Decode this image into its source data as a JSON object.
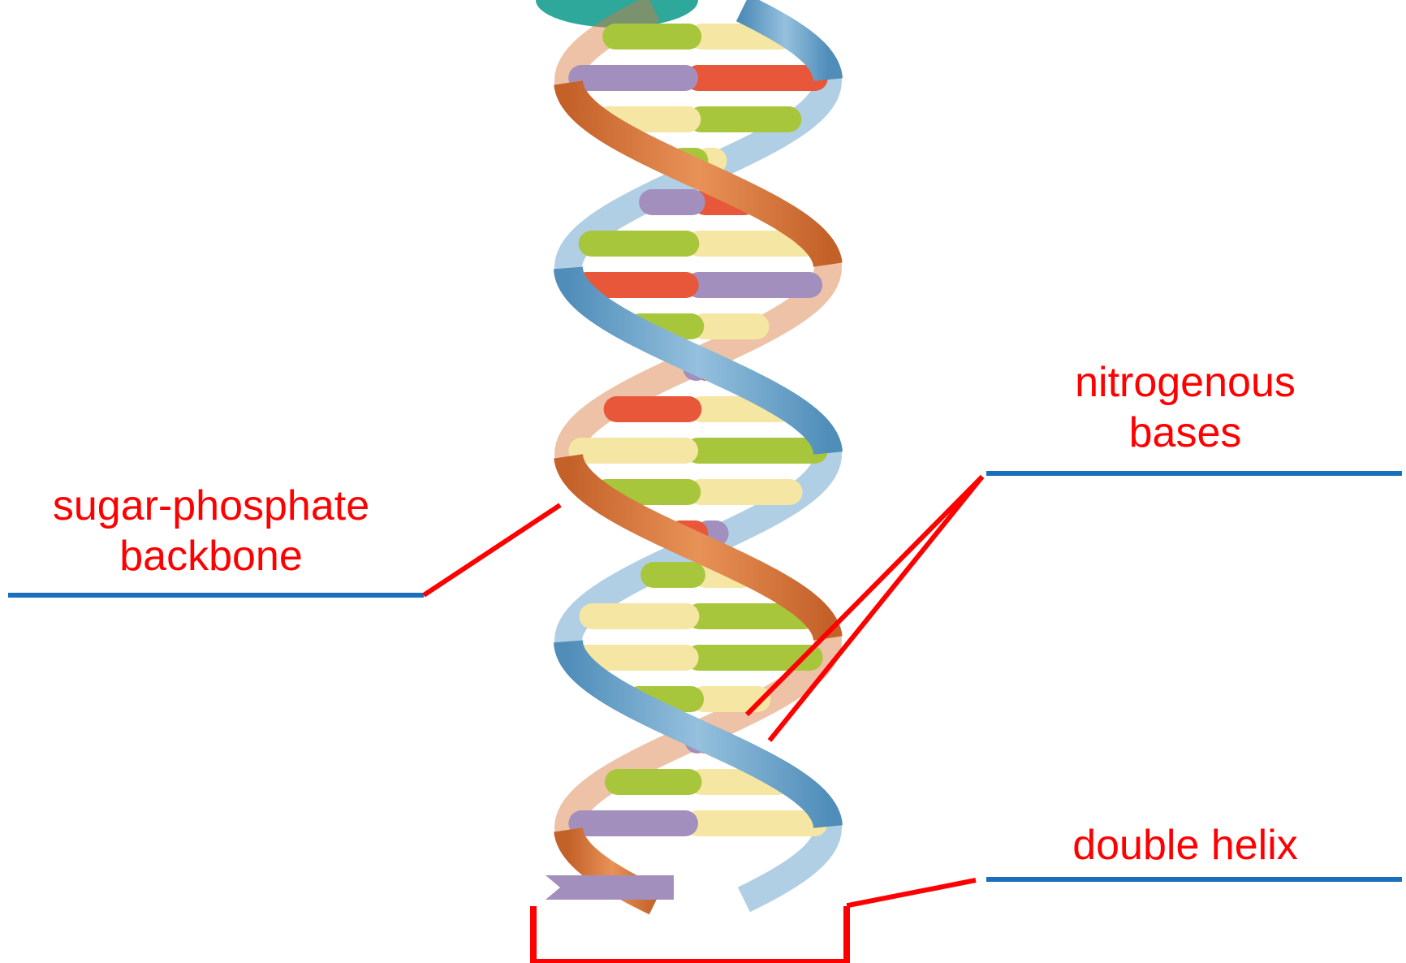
{
  "labels": {
    "backbone": [
      "sugar-phosphate",
      "backbone"
    ],
    "bases": [
      "nitrogenous",
      "bases"
    ],
    "helix": "double helix"
  },
  "colors": {
    "label_text": "#ff0000",
    "pointer_line": "#ff0000",
    "answer_line": "#1a6fbd",
    "strand_blue": "#6fa8cf",
    "strand_orange": "#d9773b",
    "base_yellow": "#f5e6a3",
    "base_green": "#a8c63c",
    "base_purple": "#a38fbd",
    "base_red": "#e8573a",
    "top_blob": "#2ea89a"
  },
  "base_pairs": [
    [
      "green",
      "yellow"
    ],
    [
      "purple",
      "red"
    ],
    [
      "yellow",
      "green"
    ],
    [
      "green",
      "yellow"
    ],
    [
      "purple",
      "red"
    ],
    [
      "green",
      "yellow"
    ],
    [
      "red",
      "purple"
    ],
    [
      "green",
      "yellow"
    ],
    [
      "purple",
      "red"
    ],
    [
      "red",
      "yellow"
    ],
    [
      "yellow",
      "green"
    ],
    [
      "green",
      "yellow"
    ],
    [
      "red",
      "purple"
    ],
    [
      "green",
      "yellow"
    ],
    [
      "yellow",
      "green"
    ],
    [
      "yellow",
      "green"
    ],
    [
      "green",
      "yellow"
    ],
    [
      "purple",
      "red"
    ],
    [
      "green",
      "yellow"
    ],
    [
      "purple",
      "yellow"
    ]
  ]
}
